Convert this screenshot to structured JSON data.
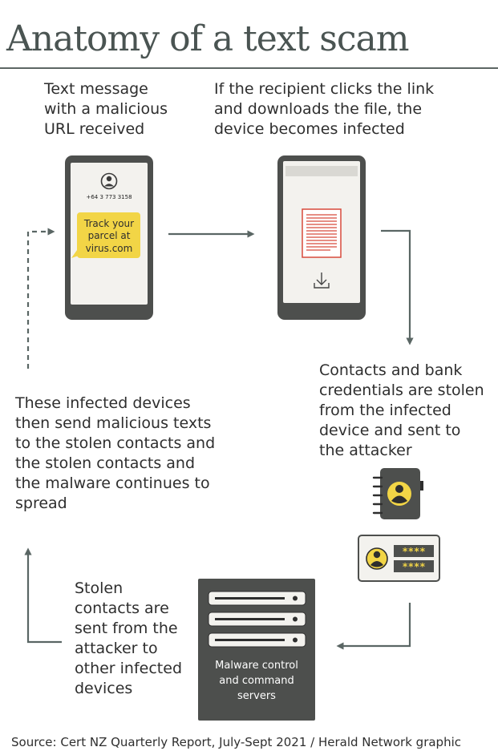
{
  "title": "Anatomy of a text scam",
  "steps": {
    "step1": [
      "Text message",
      "with a malicious",
      "URL received"
    ],
    "step2": [
      "If the recipient clicks the link",
      "and downloads the file, the",
      "device becomes infected"
    ],
    "step3": [
      "Contacts and bank",
      "credentials are stolen",
      "from the infected",
      "device and sent to",
      "the attacker"
    ],
    "step4": [
      "Stolen",
      "contacts are",
      "sent from the",
      "attacker to",
      "other infected",
      "devices"
    ],
    "step5": [
      "These infected devices",
      "then send malicious texts",
      "to the stolen contacts and",
      "the stolen contacts and",
      "the malware continues to",
      "spread"
    ]
  },
  "phone1": {
    "sender_number": "+64 3 773 3158",
    "bubble": [
      "Track your",
      "parcel at",
      "virus.com"
    ]
  },
  "credentials": {
    "password_masks": [
      "****",
      "****"
    ]
  },
  "server": {
    "label": [
      "Malware control",
      "and command",
      "servers"
    ]
  },
  "source": "Source: Cert NZ Quarterly Report, July-Sept 2021 / Herald Network graphic",
  "colors": {
    "dark_gray": "#4d4f4d",
    "arrow": "#5a6664",
    "yellow": "#f2d546",
    "document_red": "#d84a3c",
    "screen": "#f3f2ee"
  }
}
